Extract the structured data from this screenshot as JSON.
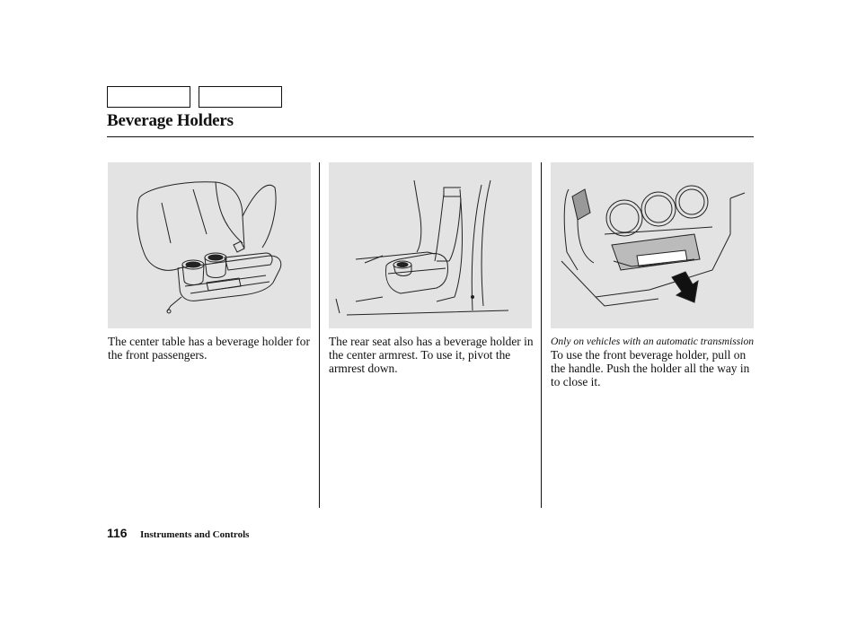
{
  "page": {
    "title": "Beverage Holders",
    "page_number": "116",
    "section": "Instruments and Controls"
  },
  "columns": [
    {
      "text": "The center table has a beverage holder for the front passengers."
    },
    {
      "text": "The rear seat also has a beverage holder in the center armrest. To use it, pivot the armrest down."
    },
    {
      "caption": "Only on vehicles with an automatic transmission",
      "text": "To use the front beverage holder, pull on the handle. Push the holder all the way in to close it."
    }
  ],
  "colors": {
    "ink": "#111111",
    "illustration_bg": "#e3e3e3"
  }
}
